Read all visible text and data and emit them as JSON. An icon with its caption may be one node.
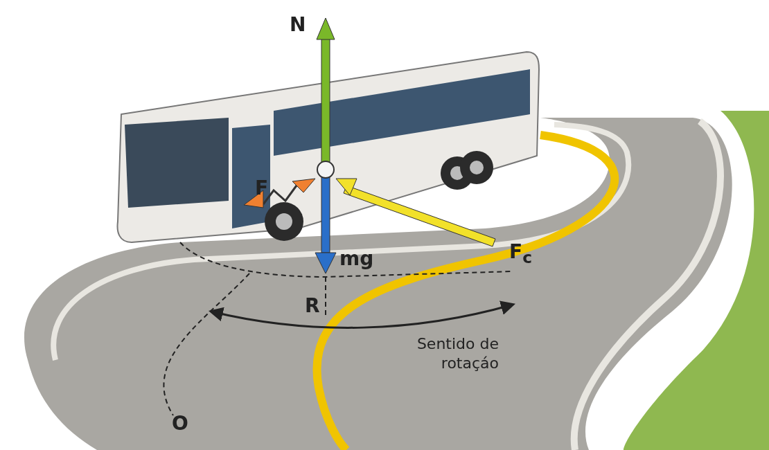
{
  "diagram": {
    "labels": [
      "N",
      "F",
      "F$_{c}$",
      "mg",
      "R",
      "Sentido de rotaçáo",
      "O"
    ]
  }
}
